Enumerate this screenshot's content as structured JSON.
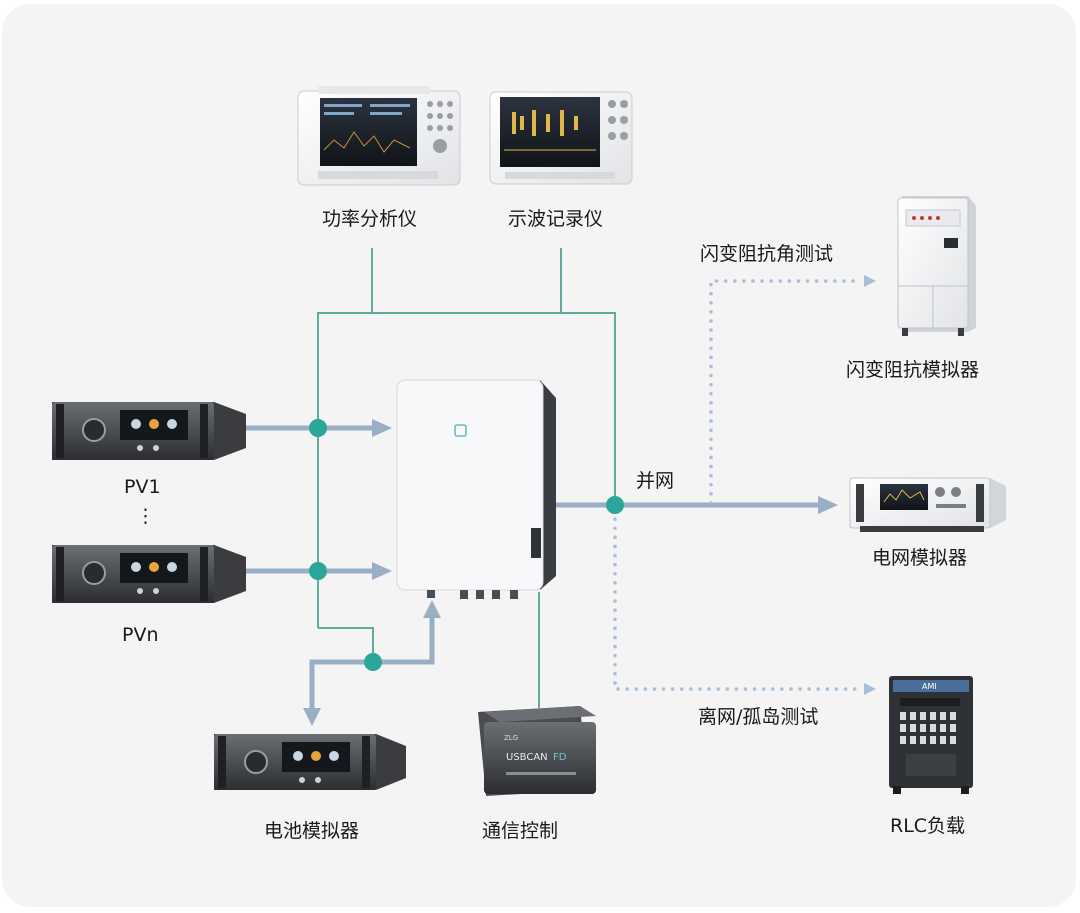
{
  "labels": {
    "power_analyzer": "功率分析仪",
    "oscilloscope": "示波记录仪",
    "pv1": "PV1",
    "ellipsis": "⋮",
    "pvn": "PVn",
    "battery_simulator": "电池模拟器",
    "comm_control": "通信控制",
    "grid_tie": "并网",
    "flicker_test": "闪变阻抗角测试",
    "flicker_simulator": "闪变阻抗模拟器",
    "grid_simulator": "电网模拟器",
    "island_test": "离网/孤岛测试",
    "rlc_load": "RLC负载"
  },
  "device_text": {
    "usbcan_brand": "ZLG",
    "usbcan_model": "USBCAN",
    "usbcan_suffix": "FD",
    "rlc_brand": "AMI"
  },
  "colors": {
    "signal_line": "#5eaba0",
    "node": "#2aa69a",
    "power_arrow": "#9aaec6",
    "dotted": "#a9bfd8"
  }
}
